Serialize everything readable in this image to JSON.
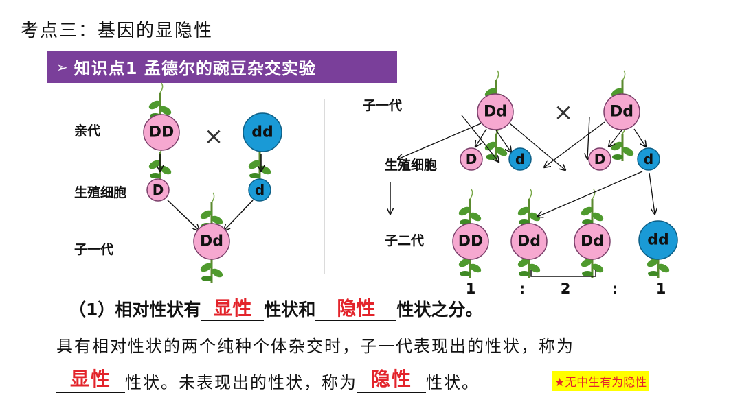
{
  "title": "考点三：基因的显隐性",
  "banner": {
    "label": "知识点1  孟德尔的豌豆杂交实验"
  },
  "left_diagram": {
    "parent_label": "亲代",
    "gamete_label": "生殖细胞",
    "f1_label": "子一代",
    "parent1": "DD",
    "parent2": "dd",
    "cross": "×",
    "gamete1": "D",
    "gamete2": "d",
    "offspring": "Dd"
  },
  "right_diagram": {
    "f1_label": "子一代",
    "gamete_label": "生殖细胞",
    "f2_label": "子二代",
    "parent1": "Dd",
    "parent2": "Dd",
    "cross": "×",
    "gametes": [
      "D",
      "d",
      "D",
      "d"
    ],
    "offspring": [
      "DD",
      "Dd",
      "Dd",
      "dd"
    ],
    "ratio": [
      "1",
      ":",
      "2",
      ":",
      "1"
    ]
  },
  "text": {
    "line1_prefix": "（1）相对性状有",
    "line1_ans1": "显性",
    "line1_mid": "性状和",
    "line1_ans2": "隐性",
    "line1_suffix": "性状之分。",
    "line2": "具有相对性状的两个纯种个体杂交时，子一代表现出的性状，称为",
    "line3_ans1": "显性",
    "line3_mid": "性状。未表现出的性状，称为",
    "line3_ans2": "隐性",
    "line3_suffix": "性状。",
    "note": "★无中生有为隐性"
  },
  "colors": {
    "banner": "#7a3f9a",
    "pink": "#f6a8d0",
    "blue": "#1a9ad6",
    "answer": "#e3242b",
    "highlight": "#ffff00"
  }
}
